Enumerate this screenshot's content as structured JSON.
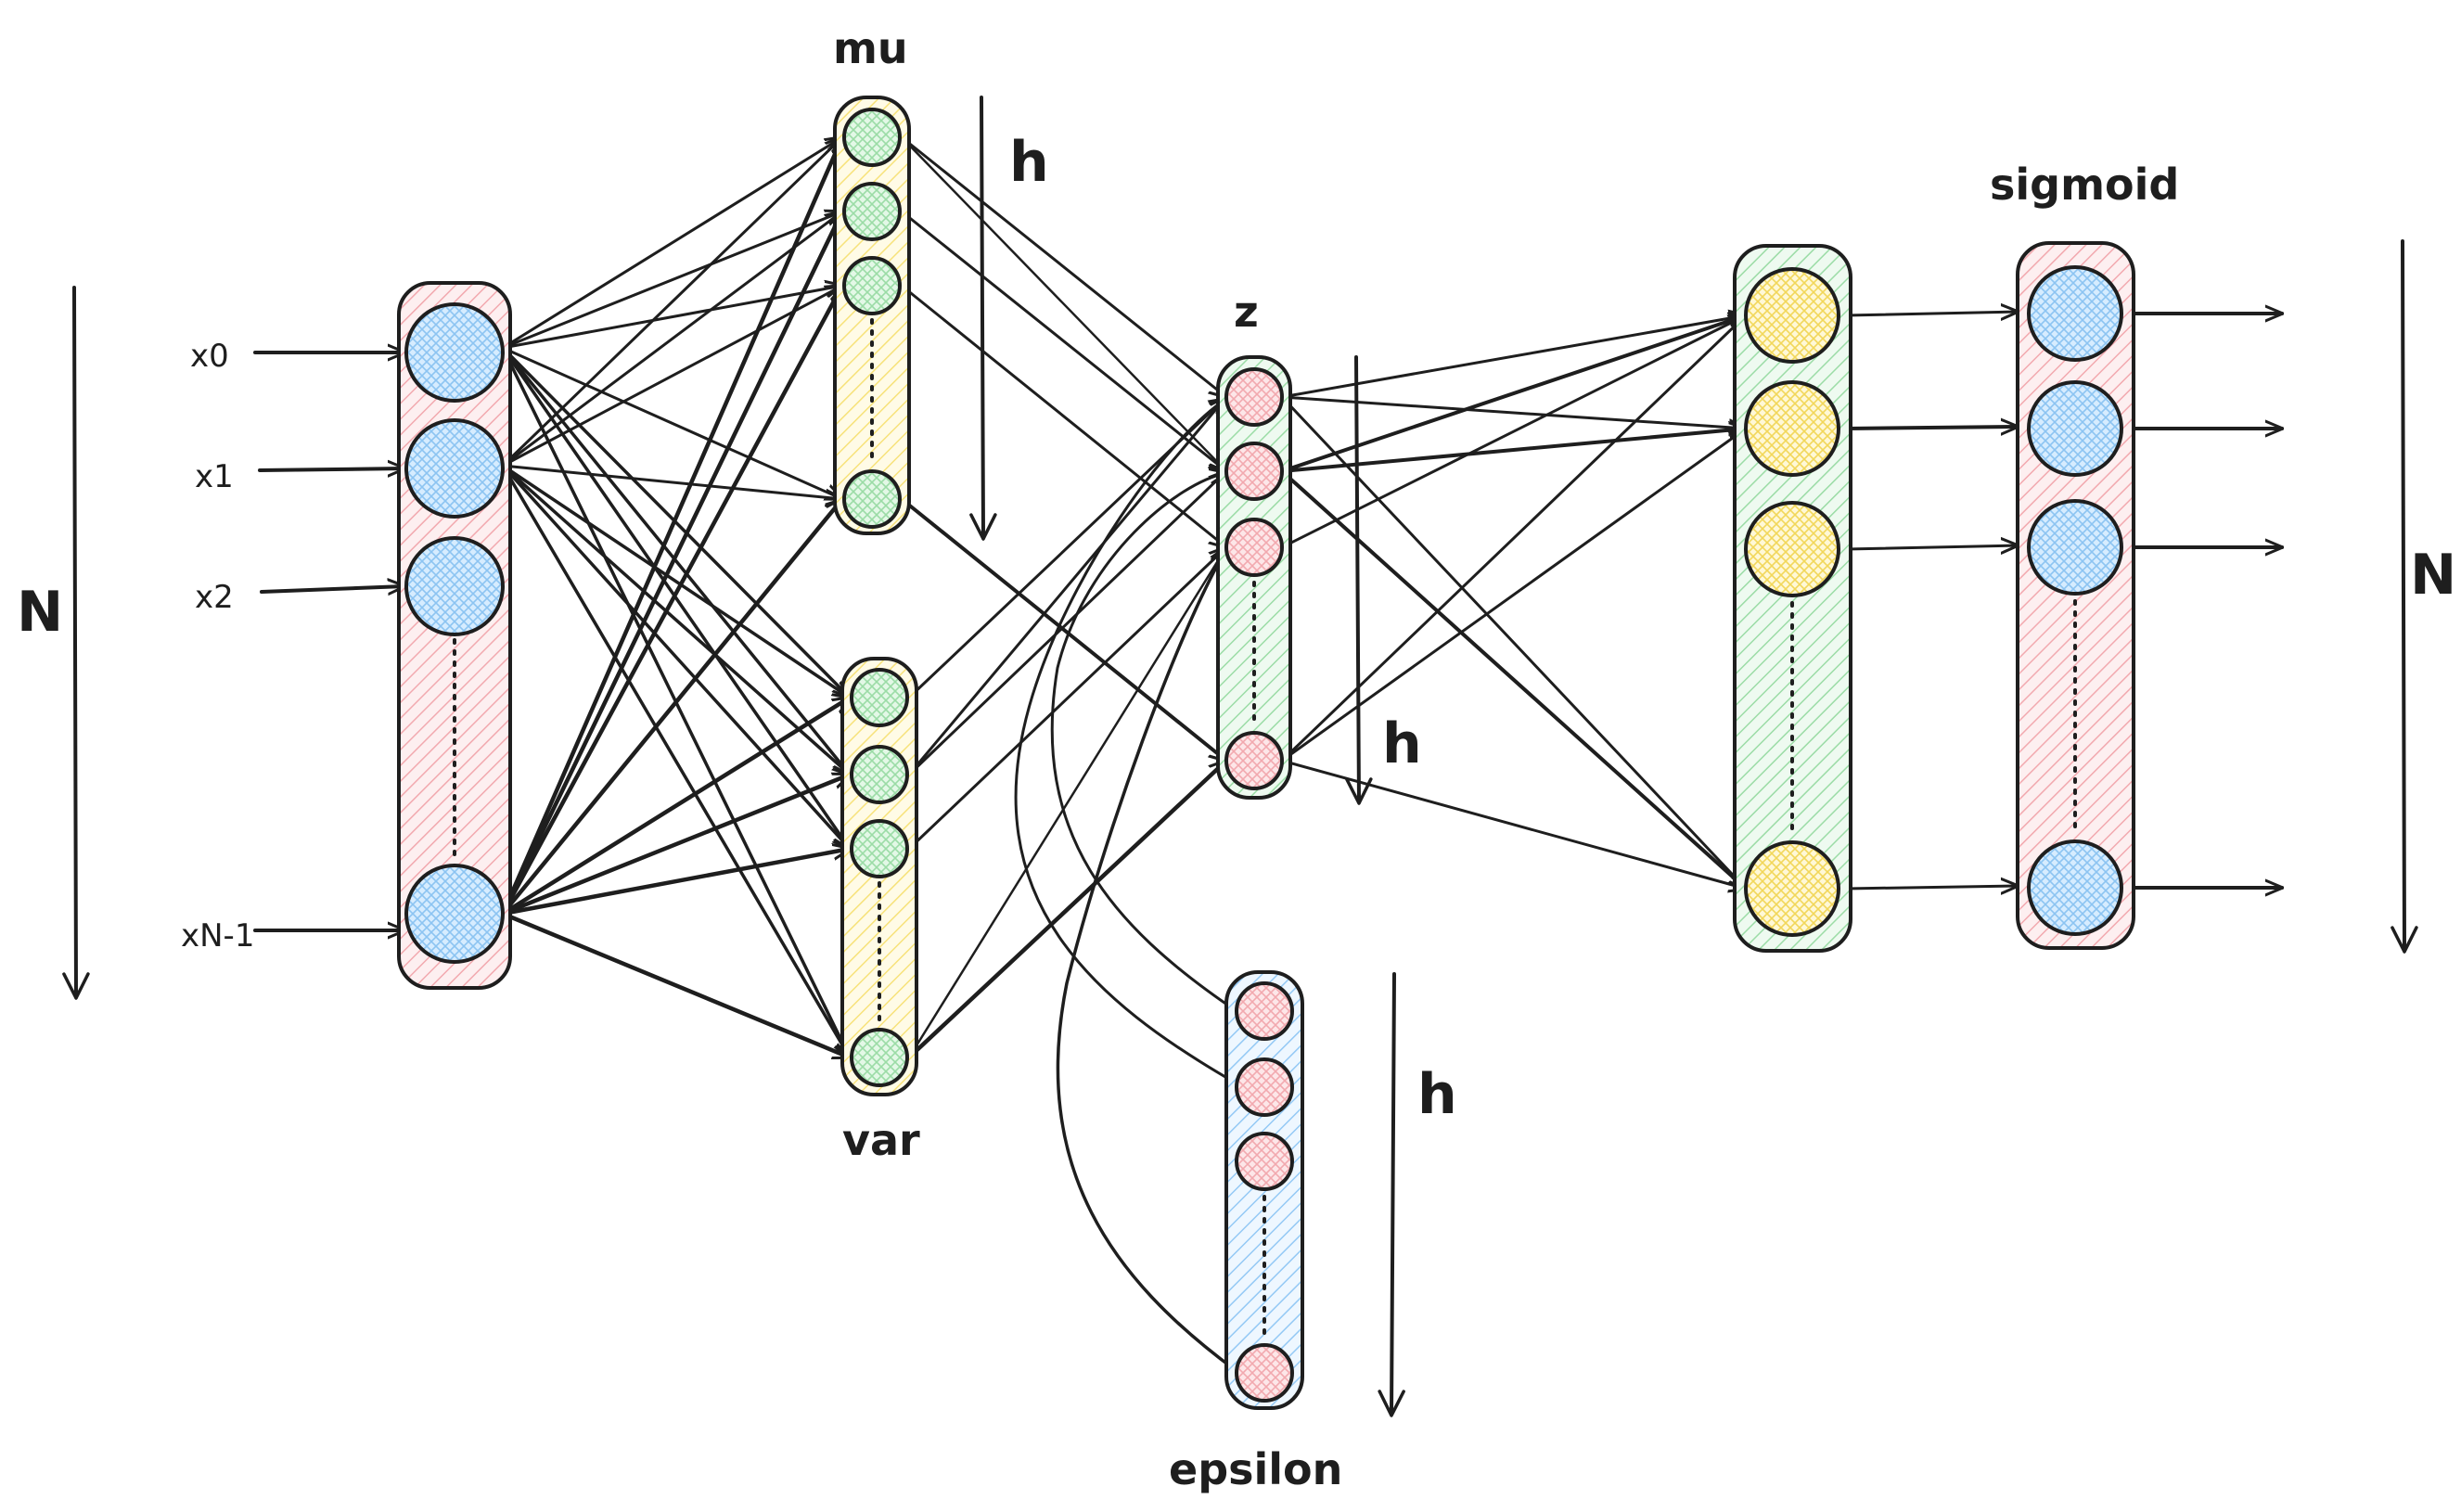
{
  "labels": {
    "inputs": [
      "x0",
      "x1",
      "x2",
      "xN-1"
    ],
    "mu": "mu",
    "var": "var",
    "z": "z",
    "epsilon": "epsilon",
    "sigmoid": "sigmoid",
    "dim_N": "N",
    "dim_h": "h"
  },
  "colors": {
    "input_fill": "#fbd0d3",
    "input_node": "#a5d8ff",
    "mu_fill": "#fff3bf",
    "mu_node": "#b2f2bb",
    "var_fill": "#fff3bf",
    "var_node": "#b2f2bb",
    "z_fill": "#b2f2bb",
    "z_node": "#fbd0d3",
    "eps_fill": "#a5d8ff",
    "eps_node": "#fbd0d3",
    "dec_fill": "#b2f2bb",
    "dec_node": "#ffec99",
    "out_fill": "#fbd0d3",
    "out_node": "#a5d8ff",
    "stroke": "#1e1e1e"
  }
}
